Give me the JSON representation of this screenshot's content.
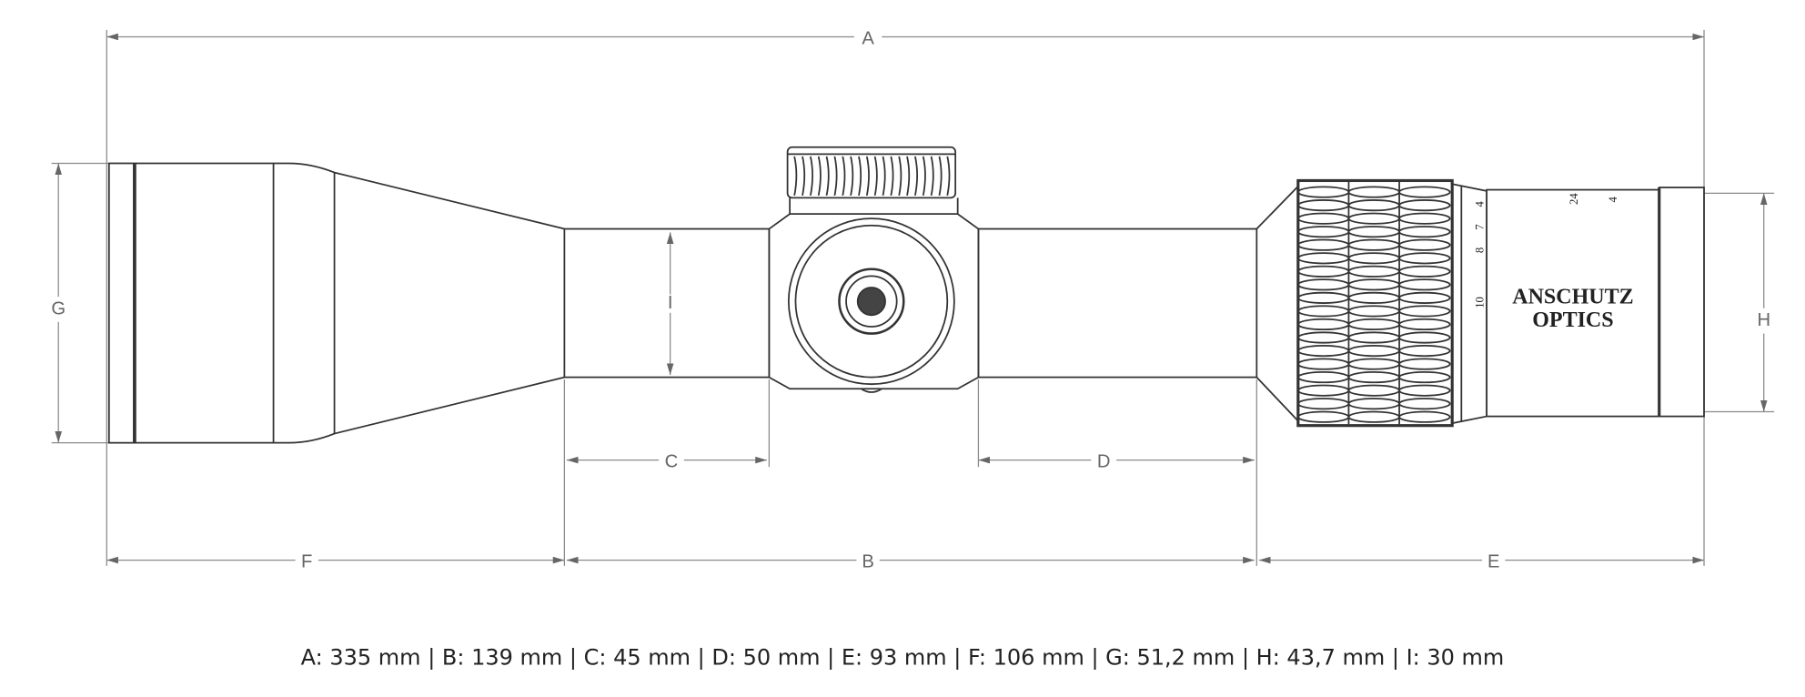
{
  "diagram": {
    "dimension_labels": {
      "A": "A",
      "B": "B",
      "C": "C",
      "D": "D",
      "E": "E",
      "F": "F",
      "G": "G",
      "H": "H",
      "I": "I"
    },
    "brand_line1": "ANSCHUTZ",
    "brand_line2": "OPTICS",
    "magnification_marks": [
      "10",
      "8",
      "7",
      "4"
    ],
    "eyepiece_marks": [
      "24",
      "4"
    ]
  },
  "caption": "A: 335 mm | B: 139 mm | C: 45 mm | D: 50 mm | E: 93 mm | F: 106 mm | G: 51,2 mm | H: 43,7 mm | I: 30 mm",
  "colors": {
    "line": "#333333",
    "dimension": "#8a8a8a",
    "background": "#ffffff"
  }
}
